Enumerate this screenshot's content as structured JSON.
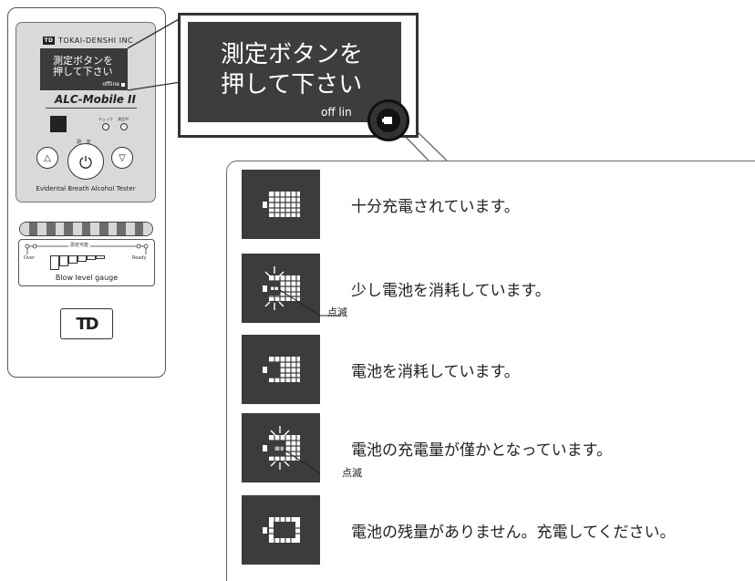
{
  "device": {
    "brand": "TOKAI-DENSHI INC",
    "brand_logo": "TD",
    "screen_message": "測定ボタンを\n押して下さい",
    "screen_status": "offline",
    "model": "ALC-Mobile II",
    "lamp_check_label": "チェック",
    "lamp_measuring_label": "測定中",
    "measure_label": "測 定",
    "up_button_glyph": "△",
    "down_button_glyph": "▽",
    "power_icon": "power-icon",
    "product_description": "Evidental Breath Alcohol Tester",
    "gauge_measurable_label": "測定可能",
    "gauge_over_label": "Over",
    "gauge_ready_label": "Ready",
    "gauge_label": "Blow level gauge",
    "logo_text": "TD"
  },
  "zoom": {
    "message": "測定ボタンを\n押して下さい",
    "status": "off lin"
  },
  "battery_states": [
    {
      "icon": "battery-full-icon",
      "text": "十分充電されています。",
      "blink": ""
    },
    {
      "icon": "battery-partly-used-icon",
      "text": "少し電池を消耗しています。",
      "blink": "点滅"
    },
    {
      "icon": "battery-used-icon",
      "text": "電池を消耗しています。",
      "blink": ""
    },
    {
      "icon": "battery-low-icon",
      "text": "電池の充電量が僅かとなっています。",
      "blink": "点滅"
    },
    {
      "icon": "battery-empty-icon",
      "text": "電池の残量がありません。充電してください。",
      "blink": ""
    }
  ],
  "colors": {
    "lcd": "#3c3c3c",
    "panel": "#d9d9d9",
    "gauge_dark": "#6d6d6d",
    "gauge_light": "#d7d7d7"
  }
}
